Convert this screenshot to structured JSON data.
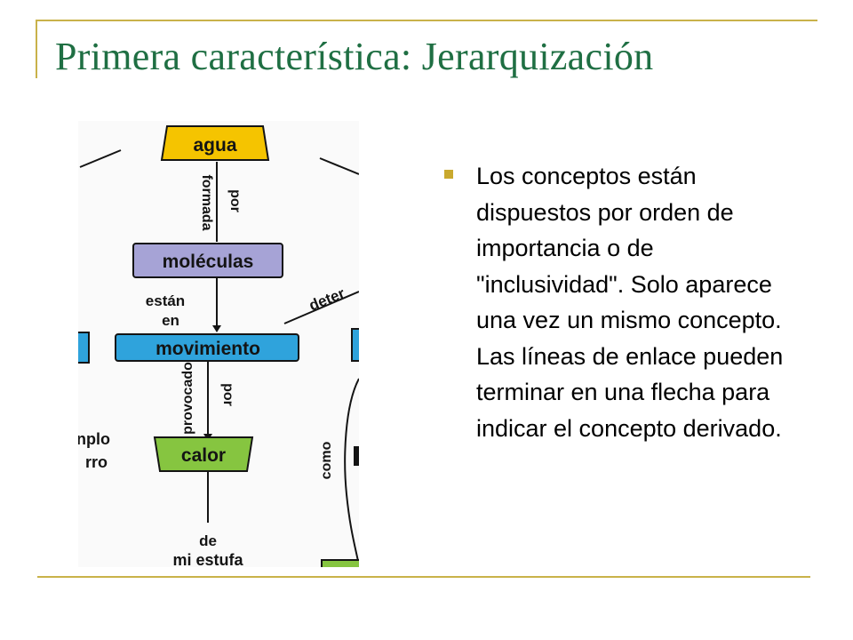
{
  "slide": {
    "title": "Primera característica: Jerarquización",
    "bullet_text": "Los conceptos están dispuestos por orden de importancia o de \"inclusividad\".  Solo aparece una vez un mismo concepto. Las líneas de enlace pueden terminar en una flecha para indicar el concepto derivado."
  },
  "concept_map": {
    "nodes": {
      "agua": "agua",
      "moleculas": "moléculas",
      "movimiento": "movimiento",
      "calor": "calor"
    },
    "links": {
      "formada": "formada",
      "por_1": "por",
      "estan": "están",
      "en": "en",
      "deter": "deter",
      "provocado": "provocado",
      "por_2": "por",
      "de": "de",
      "mi_estufa": "mi estufa",
      "como": "como",
      "nplo": "nplo",
      "rro": "rro"
    },
    "colors": {
      "agua": "#f5c400",
      "moleculas": "#a6a3d6",
      "movimiento": "#2fa3dc",
      "calor": "#86c540",
      "edge": "#141414"
    }
  },
  "theme": {
    "title_color": "#1f6f43",
    "rule_color": "#c9b24a",
    "bullet_color": "#c9a92e"
  }
}
